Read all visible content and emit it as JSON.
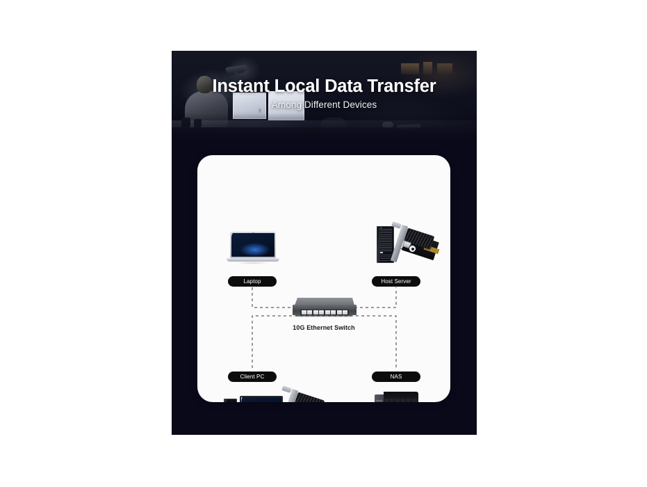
{
  "page": {
    "background_color": "#ffffff",
    "panel_background_color": "#09091a",
    "card_background_color": "#fbfbfb",
    "label_pill_color": "#0c0c0c",
    "label_text_color": "#ffffff"
  },
  "hero": {
    "title": "Instant Local Data Transfer",
    "subtitle": "Among Different Devices",
    "scene_name": "dark-office-workstation-photo"
  },
  "diagram": {
    "center_device": {
      "label": "10G Ethernet Switch",
      "icon": "ethernet-switch-icon",
      "port_count": 8
    },
    "nodes": [
      {
        "id": "laptop",
        "label": "Laptop",
        "icon": "laptop-icon",
        "position": "top-left"
      },
      {
        "id": "host",
        "label": "Host Server",
        "icon": "server-tower-nic-icon",
        "position": "top-right"
      },
      {
        "id": "client-pc",
        "label": "Client PC",
        "icon": "desktop-pc-nic-icon",
        "position": "bottom-left"
      },
      {
        "id": "nas",
        "label": "NAS",
        "icon": "nas-enclosure-icon",
        "position": "bottom-right"
      }
    ],
    "nas_bay_count": 6,
    "connection_style": "dashed",
    "connection_color": "#3a3a3a"
  }
}
